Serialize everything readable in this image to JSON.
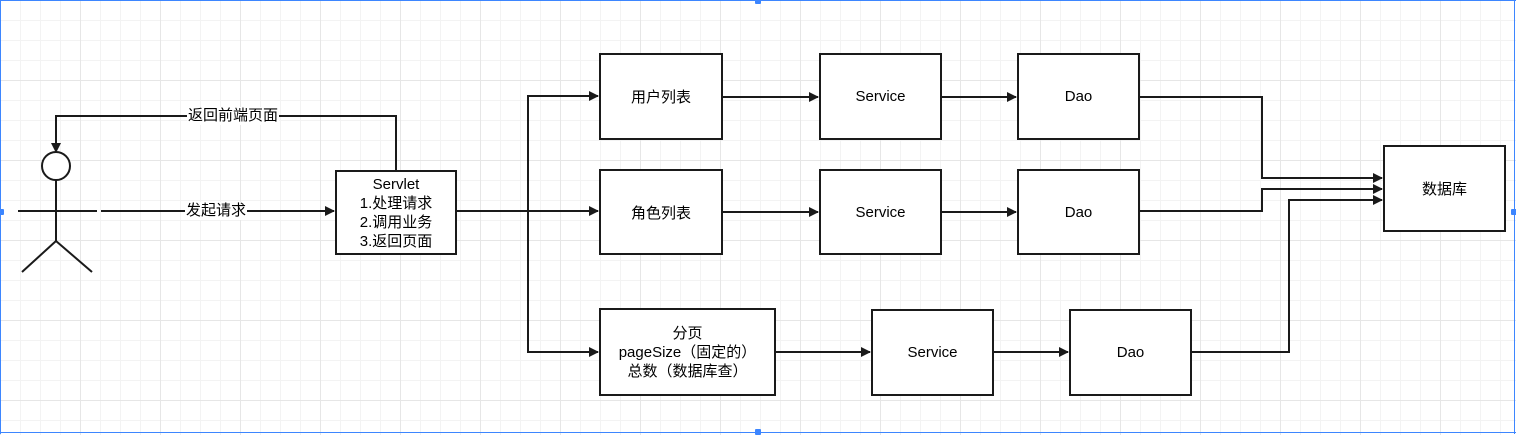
{
  "edge_labels": {
    "return_page": "返回前端页面",
    "send_request": "发起请求"
  },
  "servlet": {
    "title": "Servlet",
    "step1": "1.处理请求",
    "step2": "2.调用业务",
    "step3": "3.返回页面"
  },
  "rows": [
    {
      "entry": "用户列表",
      "service": "Service",
      "dao": "Dao"
    },
    {
      "entry": "角色列表",
      "service": "Service",
      "dao": "Dao"
    },
    {
      "entry_lines": [
        "分页",
        "pageSize（固定的）",
        "总数（数据库查）"
      ],
      "service": "Service",
      "dao": "Dao"
    }
  ],
  "database": "数据库",
  "colors": {
    "line": "#1a1a1a",
    "selection": "#3d86ff",
    "grid": "#e6e6e6"
  }
}
